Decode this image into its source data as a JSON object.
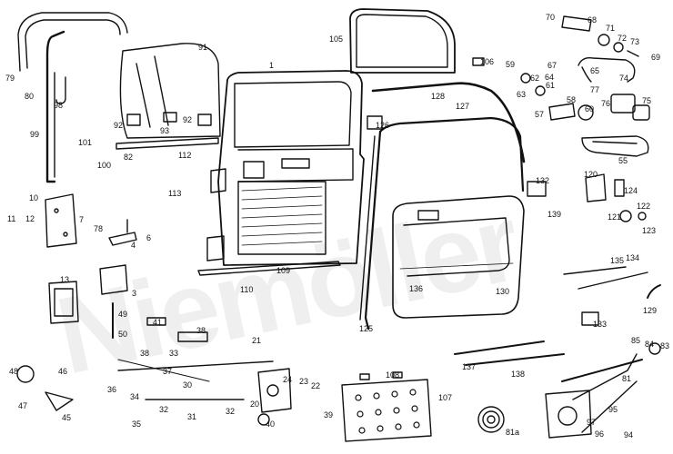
{
  "watermark": "Niemöller",
  "labels": {
    "l1": "1",
    "l3": "3",
    "l4": "4",
    "l6": "6",
    "l7": "7",
    "l10": "10",
    "l11": "11",
    "l12": "12",
    "l13": "13",
    "l20": "20",
    "l21": "21",
    "l22": "22",
    "l23": "23",
    "l24": "24",
    "l30": "30",
    "l31": "31",
    "l32a": "32",
    "l32b": "32",
    "l33": "33",
    "l34": "34",
    "l35": "35",
    "l36": "36",
    "l37": "37",
    "l38a": "38",
    "l38b": "38",
    "l39": "39",
    "l40": "40",
    "l41": "41",
    "l45": "45",
    "l46": "46",
    "l47": "47",
    "l48": "48",
    "l49": "49",
    "l50": "50",
    "l55": "55",
    "l57": "57",
    "l58": "58",
    "l59": "59",
    "l60": "60",
    "l61": "61",
    "l62": "62",
    "l63": "63",
    "l64": "64",
    "l65": "65",
    "l67": "67",
    "l68": "68",
    "l69": "69",
    "l70": "70",
    "l71": "71",
    "l72": "72",
    "l73": "73",
    "l74": "74",
    "l75": "75",
    "l76": "76",
    "l77": "77",
    "l78": "78",
    "l79": "79",
    "l80": "80",
    "l81": "81",
    "l81a": "81a",
    "l82": "82",
    "l83": "83",
    "l84": "84",
    "l85": "85",
    "l91": "91",
    "l92a": "92",
    "l92b": "92",
    "l93": "93",
    "l94": "94",
    "l95": "95",
    "l96": "96",
    "l97": "97",
    "l98": "98",
    "l99": "99",
    "l100": "100",
    "l101": "101",
    "l105": "105",
    "l106": "106",
    "l107": "107",
    "l108": "108",
    "l109": "109",
    "l110": "110",
    "l112": "112",
    "l113": "113",
    "l120": "120",
    "l121": "121",
    "l122": "122",
    "l123": "123",
    "l124": "124",
    "l125": "125",
    "l126": "126",
    "l127": "127",
    "l128": "128",
    "l129": "129",
    "l130": "130",
    "l132": "132",
    "l133": "133",
    "l134": "134",
    "l135": "135",
    "l136": "136",
    "l137": "137",
    "l138": "138",
    "l139": "139"
  }
}
